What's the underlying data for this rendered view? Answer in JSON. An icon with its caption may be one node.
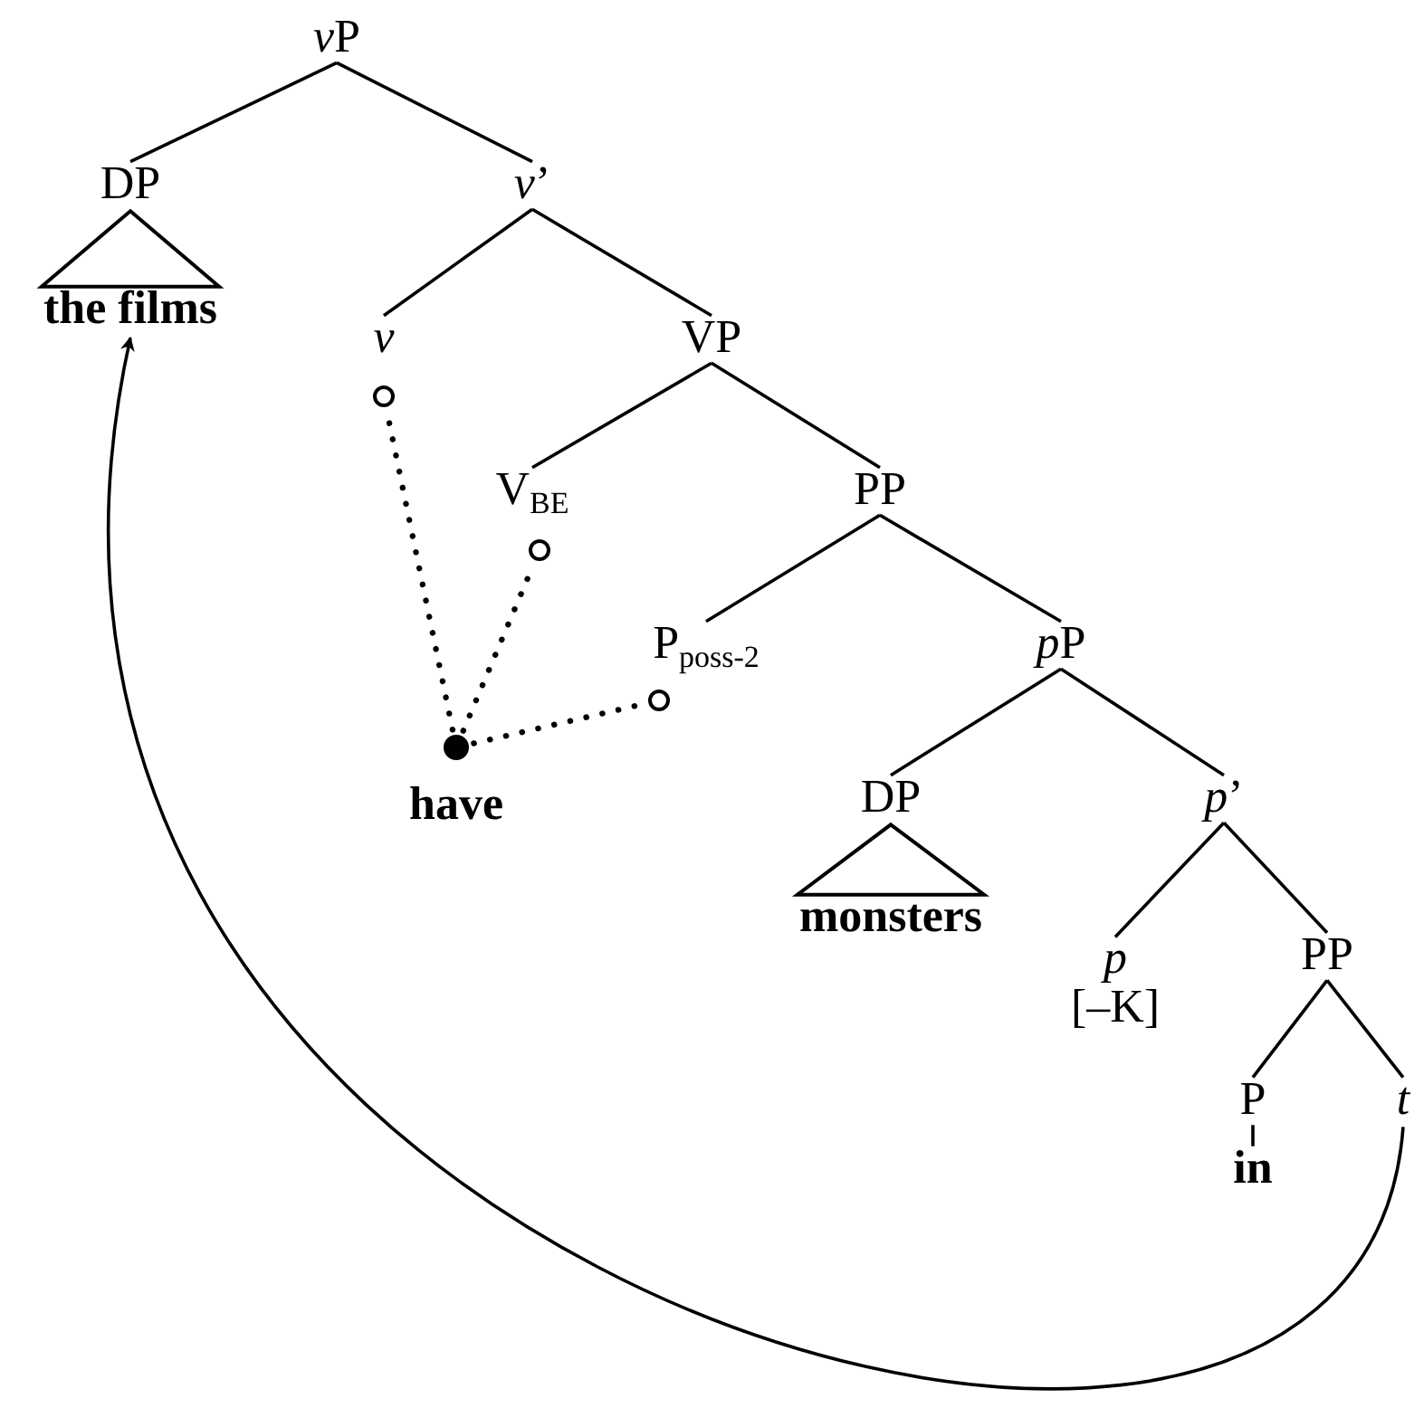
{
  "diagram": {
    "nodes": [
      {
        "text": [
          "vP"
        ]
      },
      {
        "text": [
          "DP"
        ]
      },
      {
        "text": [
          "the films"
        ]
      },
      {
        "text": [
          "*v*’"
        ]
      },
      {
        "text": [
          "v"
        ]
      },
      {
        "text": [
          "VP"
        ]
      },
      {
        "text": [],
        "shape": "circle"
      },
      {
        "text": [
          "V$_{BE}$"
        ]
      },
      {
        "text": [
          "PP"
        ]
      },
      {
        "text": [],
        "shape": "circle"
      },
      {
        "text": [
          "P$_{poss-2}$"
        ]
      },
      {
        "text": [
          "pP"
        ]
      },
      {
        "text": [],
        "shape": "circle"
      },
      {
        "text": [],
        "shape": "circle"
      },
      {
        "text": [
          "have"
        ]
      },
      {
        "text": [
          "DP"
        ]
      },
      {
        "text": [
          "*p*’"
        ]
      },
      {
        "text": [
          "monsters"
        ]
      },
      {
        "text": [
          "p",
          "[–K]"
        ]
      },
      {
        "text": [
          "PP"
        ]
      },
      {
        "text": [
          "P"
        ]
      },
      {
        "text": [
          "t"
        ]
      },
      {
        "text": [
          "in"
        ]
      }
    ],
    "edges": [
      {
        "from": 0,
        "to": 1,
        "arrow": "none"
      },
      {
        "from": 0,
        "to": 3,
        "arrow": "none"
      },
      {
        "from": 1,
        "to": 2,
        "arrow": "none"
      },
      {
        "from": 3,
        "to": 4,
        "arrow": "none"
      },
      {
        "from": 3,
        "to": 5,
        "arrow": "none"
      },
      {
        "from": 5,
        "to": 7,
        "arrow": "none"
      },
      {
        "from": 5,
        "to": 8,
        "arrow": "none"
      },
      {
        "from": 8,
        "to": 10,
        "arrow": "none"
      },
      {
        "from": 8,
        "to": 11,
        "arrow": "none"
      },
      {
        "from": 11,
        "to": 15,
        "arrow": "none"
      },
      {
        "from": 11,
        "to": 16,
        "arrow": "none"
      },
      {
        "from": 15,
        "to": 17,
        "arrow": "none"
      },
      {
        "from": 16,
        "to": 18,
        "arrow": "none"
      },
      {
        "from": 16,
        "to": 19,
        "arrow": "none"
      },
      {
        "from": 19,
        "to": 20,
        "arrow": "none"
      },
      {
        "from": 19,
        "to": 21,
        "arrow": "none"
      },
      {
        "from": 20,
        "to": 22,
        "arrow": "none"
      },
      {
        "from": 13,
        "to": 6,
        "arrow": "none",
        "style": "dashed"
      },
      {
        "from": 13,
        "to": 9,
        "arrow": "none",
        "style": "dashed"
      },
      {
        "from": 13,
        "to": 12,
        "arrow": "none",
        "style": "dashed"
      },
      {
        "from": 21,
        "to": 2,
        "arrow": "to"
      }
    ]
  }
}
